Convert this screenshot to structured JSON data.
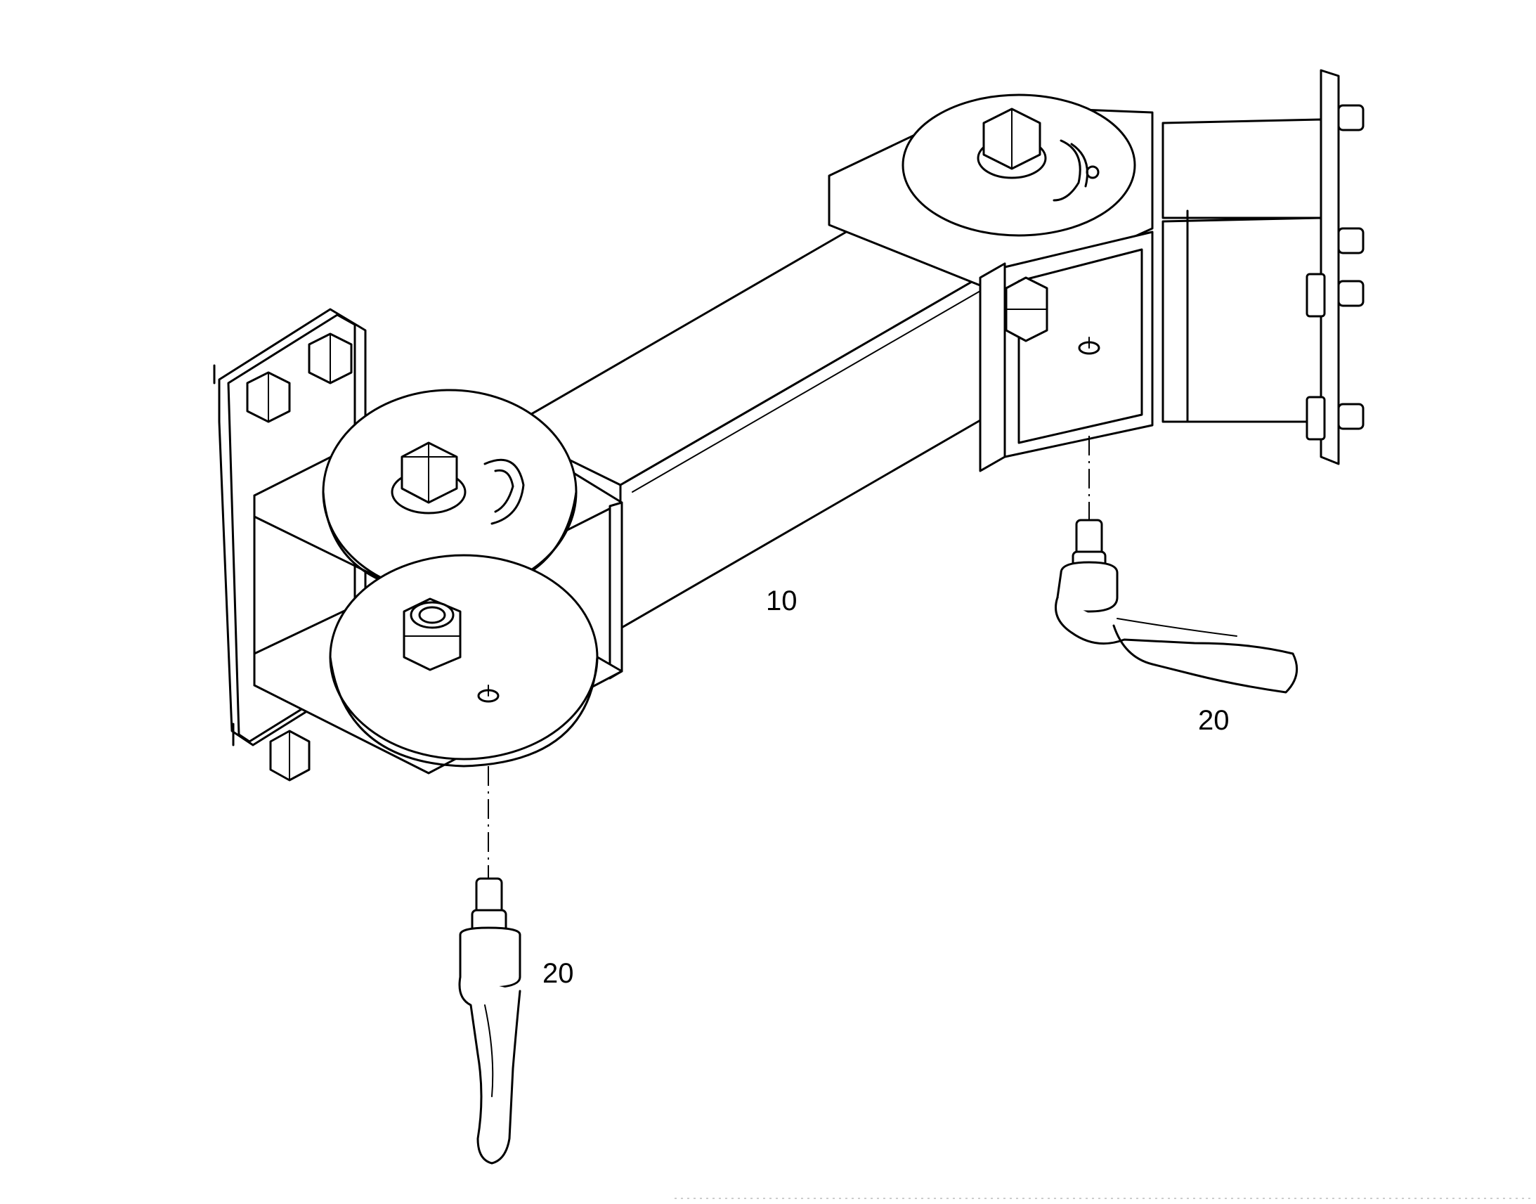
{
  "diagram": {
    "callouts": [
      {
        "id": "callout-10",
        "text": "10"
      },
      {
        "id": "callout-20-right",
        "text": "20"
      },
      {
        "id": "callout-20-bottom",
        "text": "20"
      }
    ]
  },
  "colors": {
    "line": "#000000",
    "background": "#ffffff"
  }
}
